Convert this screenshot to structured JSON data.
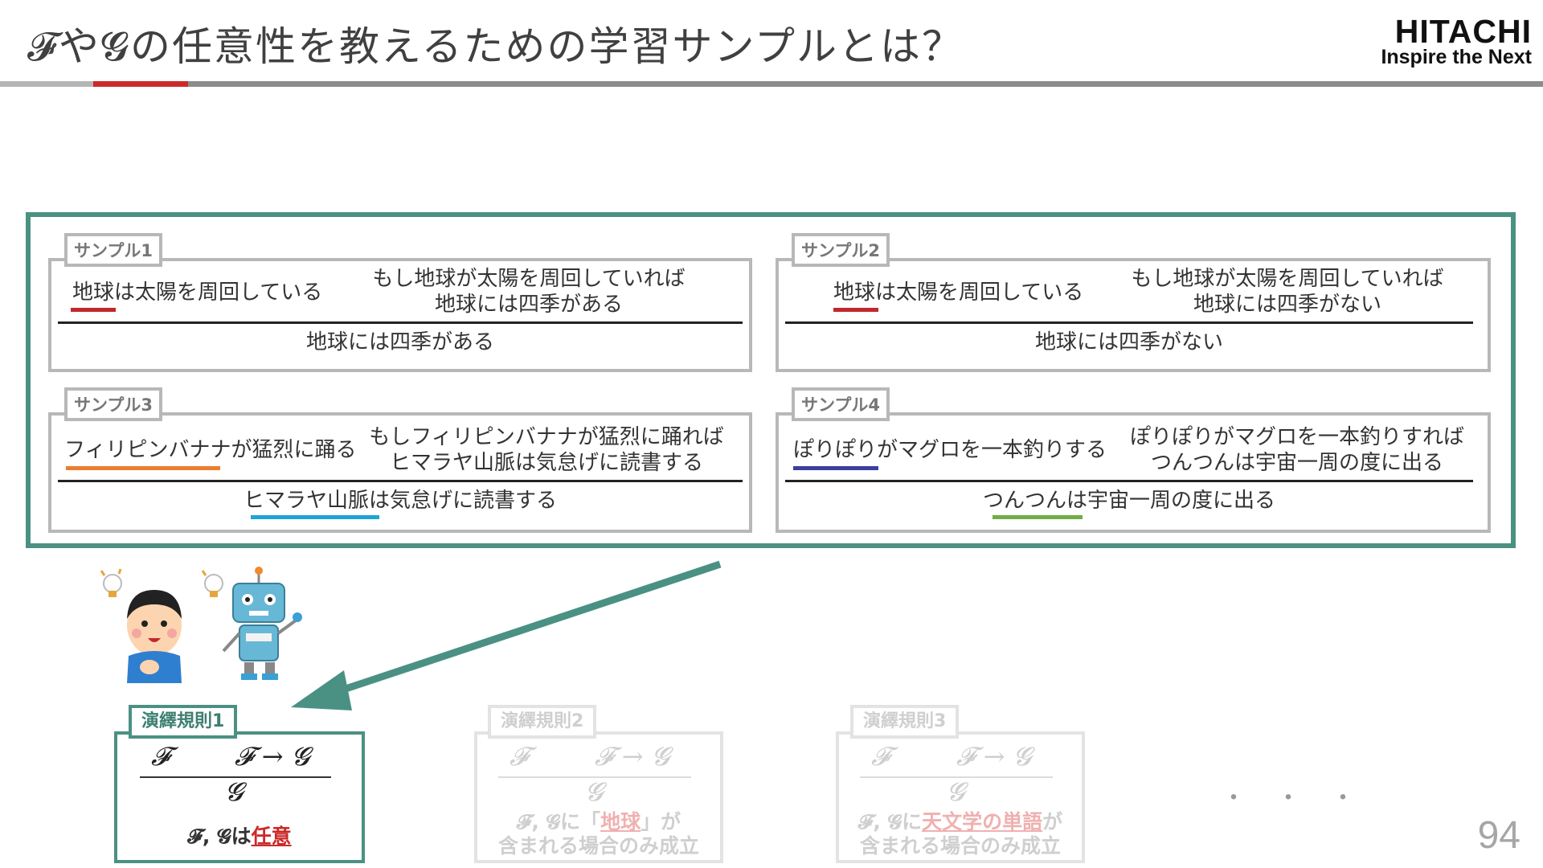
{
  "header": {
    "title": "𝓕や𝓖の任意性を教えるための学習サンプルとは？",
    "logo_brand": "HITACHI",
    "logo_tagline": "Inspire the Next"
  },
  "samples": [
    {
      "tag": "サンプル1",
      "premise_left": "地球は太陽を周回している",
      "premise_right_1": "もし地球が太陽を周回していれば",
      "premise_right_2": "地球には四季がある",
      "conclusion": "地球には四季がある"
    },
    {
      "tag": "サンプル2",
      "premise_left": "地球は太陽を周回している",
      "premise_right_1": "もし地球が太陽を周回していれば",
      "premise_right_2": "地球には四季がない",
      "conclusion": "地球には四季がない"
    },
    {
      "tag": "サンプル3",
      "premise_left": "フィリピンバナナが猛烈に踊る",
      "premise_right_1": "もしフィリピンバナナが猛烈に踊れば",
      "premise_right_2": "ヒマラヤ山脈は気怠げに読書する",
      "conclusion": "ヒマラヤ山脈は気怠げに読書する"
    },
    {
      "tag": "サンプル4",
      "premise_left": "ぽりぽりがマグロを一本釣りする",
      "premise_right_1": "ぽりぽりがマグロを一本釣りすれば",
      "premise_right_2": "つんつんは宇宙一周の度に出る",
      "conclusion": "つんつんは宇宙一周の度に出る"
    }
  ],
  "underline_colors": {
    "sample1": "#c0282d",
    "sample2": "#c0282d",
    "sample3_premise": "#ed7d31",
    "sample3_conclusion": "#1fa3d8",
    "sample4_premise": "#3b3fa0",
    "sample4_conclusion": "#70ad47"
  },
  "rules": [
    {
      "tag": "演繹規則1",
      "premise_f": "𝓕",
      "premise_imp": "𝓕 → 𝓖",
      "conclusion": "𝓖",
      "cond_prefix": "𝓕, 𝓖は",
      "cond_highlight": "任意",
      "cond_suffix": "",
      "cond_line2": "",
      "faded": false
    },
    {
      "tag": "演繹規則2",
      "premise_f": "𝓕",
      "premise_imp": "𝓕 → 𝓖",
      "conclusion": "𝓖",
      "cond_prefix": "𝓕, 𝓖に「",
      "cond_highlight": "地球",
      "cond_suffix": "」が",
      "cond_line2": "含まれる場合のみ成立",
      "faded": true
    },
    {
      "tag": "演繹規則3",
      "premise_f": "𝓕",
      "premise_imp": "𝓕 → 𝓖",
      "conclusion": "𝓖",
      "cond_prefix": "𝓕, 𝓖に",
      "cond_highlight": "天文学の単語",
      "cond_suffix": "が",
      "cond_line2": "含まれる場合のみ成立",
      "faded": true
    }
  ],
  "ellipsis": "・・・",
  "page_number": "94",
  "colors": {
    "accent_teal": "#4a9183",
    "accent_red": "#cc2929"
  }
}
